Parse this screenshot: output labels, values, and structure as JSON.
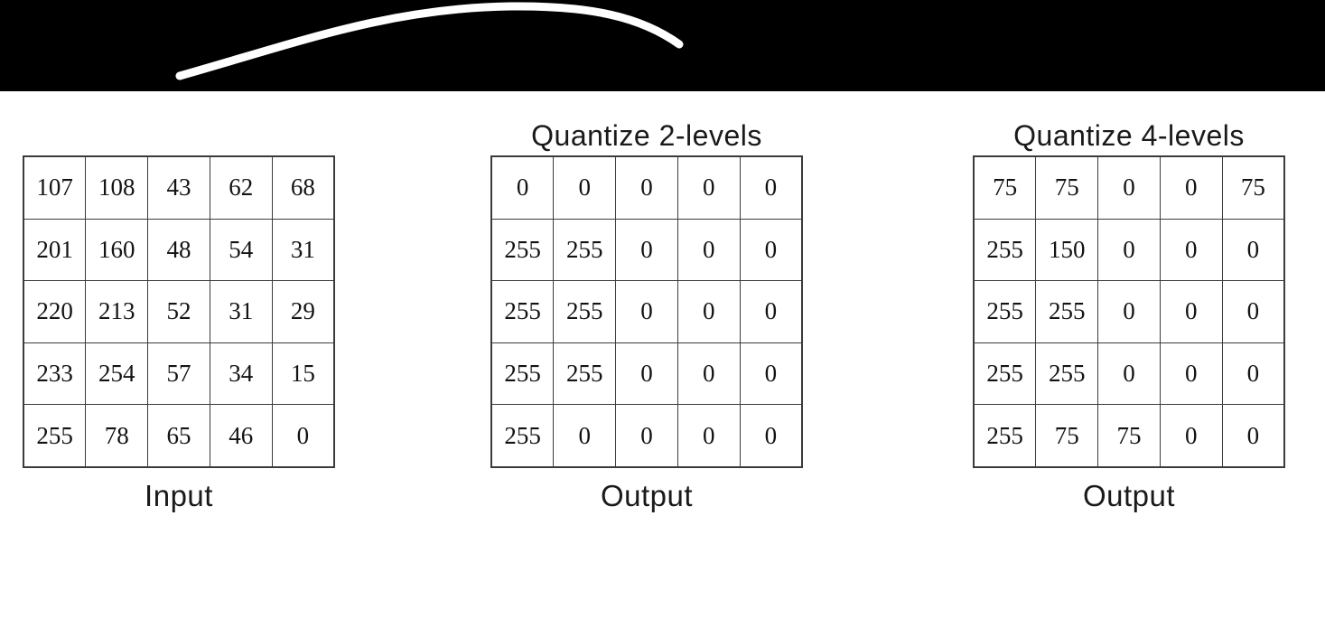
{
  "banner": {
    "background_color": "#000000",
    "curve_color": "#ffffff"
  },
  "colors": {
    "grid_border": "#3b3b3b",
    "text": "#1a1a1a",
    "page_background": "#ffffff"
  },
  "panels": [
    {
      "title": "",
      "caption": "Input",
      "grid": [
        [
          107,
          108,
          43,
          62,
          68
        ],
        [
          201,
          160,
          48,
          54,
          31
        ],
        [
          220,
          213,
          52,
          31,
          29
        ],
        [
          233,
          254,
          57,
          34,
          15
        ],
        [
          255,
          78,
          65,
          46,
          0
        ]
      ]
    },
    {
      "title": "Quantize 2-levels",
      "caption": "Output",
      "grid": [
        [
          0,
          0,
          0,
          0,
          0
        ],
        [
          255,
          255,
          0,
          0,
          0
        ],
        [
          255,
          255,
          0,
          0,
          0
        ],
        [
          255,
          255,
          0,
          0,
          0
        ],
        [
          255,
          0,
          0,
          0,
          0
        ]
      ]
    },
    {
      "title": "Quantize 4-levels",
      "caption": "Output",
      "grid": [
        [
          75,
          75,
          0,
          0,
          75
        ],
        [
          255,
          150,
          0,
          0,
          0
        ],
        [
          255,
          255,
          0,
          0,
          0
        ],
        [
          255,
          255,
          0,
          0,
          0
        ],
        [
          255,
          75,
          75,
          0,
          0
        ]
      ]
    }
  ]
}
